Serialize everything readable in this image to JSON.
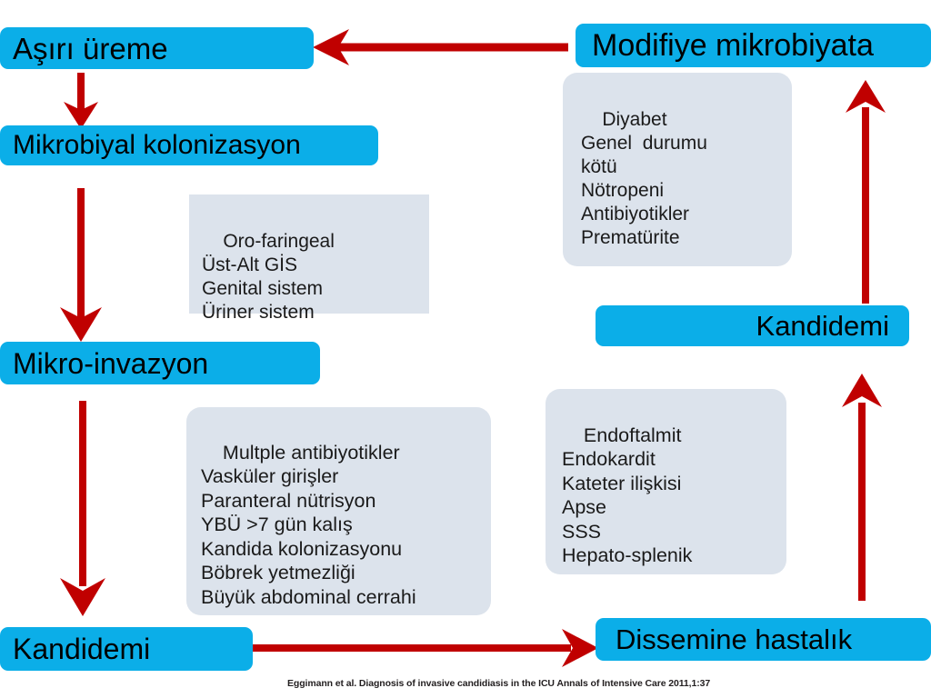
{
  "diagram": {
    "title_boxes": {
      "asiri_ureme": "Aşırı üreme",
      "mikrobiyal_kolonizasyon": "Mikrobiyal kolonizasyon",
      "mikro_invazyon": "Mikro-invazyon",
      "kandidemi_bottom_left": "Kandidemi",
      "modifiye_mikrobiyata": "Modifiye mikrobiyata",
      "kandidemi_right": "Kandidemi",
      "dissemine_hastalik": "Dissemine hastalık"
    },
    "notes": {
      "colonization_sites": {
        "lines": [
          "Oro-faringeal",
          "Üst-Alt GİS",
          "Genital sistem",
          "Üriner sistem"
        ]
      },
      "host_factors": {
        "lines": [
          "Diyabet",
          "Genel  durumu",
          "kötü",
          "Nötropeni",
          "Antibiyotikler",
          "Prematürite"
        ]
      },
      "risk_factors": {
        "lines": [
          "Multple antibiyotikler",
          "Vasküler girişler",
          "Paranteral nütrisyon",
          "YBÜ >7 gün kalış",
          "Kandida kolonizasyonu",
          "Böbrek yetmezliği",
          "Büyük abdominal cerrahi"
        ]
      },
      "dissemination_sites": {
        "lines": [
          "Endoftalmit",
          "Endokardit",
          "Kateter ilişkisi",
          "Apse",
          "SSS",
          "Hepato-splenik"
        ]
      }
    },
    "arrows": [
      {
        "name": "arrow-asiri-ureme-to-mikrobiyal-kolonizasyon",
        "direction": "down"
      },
      {
        "name": "arrow-mikrobiyal-kolonizasyon-to-mikro-invazyon",
        "direction": "down"
      },
      {
        "name": "arrow-mikro-invazyon-to-kandidemi",
        "direction": "down"
      },
      {
        "name": "arrow-modifiye-mikrobiyata-to-asiri-ureme",
        "direction": "left"
      },
      {
        "name": "arrow-kandidemi-right-to-modifiye-mikrobiyata",
        "direction": "up"
      },
      {
        "name": "arrow-dissemine-hastalik-to-kandidemi-right",
        "direction": "up"
      },
      {
        "name": "arrow-kandidemi-to-dissemine-hastalik",
        "direction": "right"
      }
    ],
    "citation": "Eggimann et al. Diagnosis of invasive candidiasis in the ICU Annals of Intensive Care 2011,1:37",
    "colors": {
      "box_blue": "#0BAEE8",
      "note_grey_blue": "#DCE3EC",
      "arrow_red": "#C00000",
      "text_black": "#000000",
      "background": "#FFFFFF"
    }
  }
}
